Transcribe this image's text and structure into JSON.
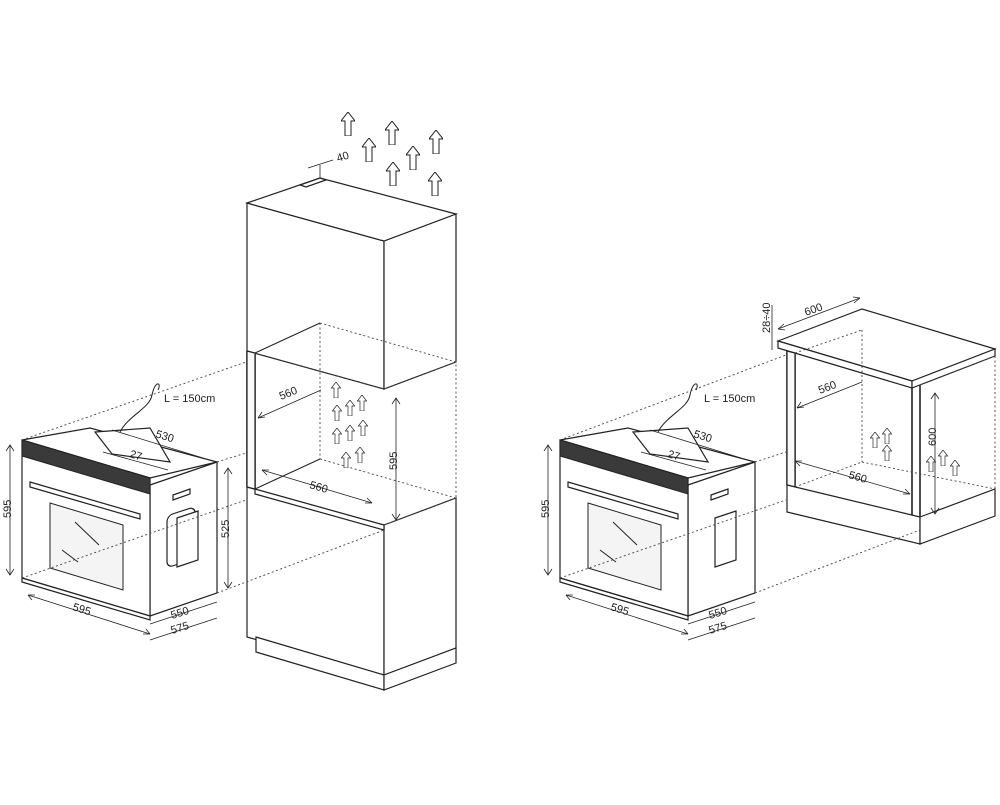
{
  "left_installation": {
    "oven_width": "595",
    "oven_height": "595",
    "oven_depth_top": "530",
    "oven_depth_body": "550",
    "oven_depth_total": "575",
    "oven_side_depth": "525",
    "panel_offset": "27",
    "cable_length": "L = 150cm",
    "cabinet_opening_width": "560",
    "cabinet_base_width": "560",
    "cabinet_opening_height": "595",
    "top_vent_gap": "40"
  },
  "right_installation": {
    "oven_width": "595",
    "oven_height": "595",
    "oven_depth_top": "530",
    "oven_depth_body": "550",
    "oven_depth_total": "575",
    "panel_offset": "27",
    "cable_length": "L = 150cm",
    "counter_width": "600",
    "counter_gap": "28÷40",
    "cabinet_opening_width": "560",
    "cabinet_base_width": "560",
    "cabinet_opening_height": "600"
  }
}
